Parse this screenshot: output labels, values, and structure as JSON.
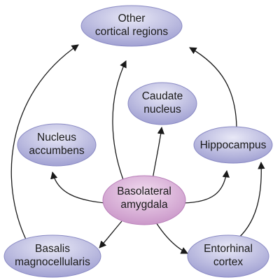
{
  "diagram": {
    "colors": {
      "node_fill_light": "#e8e8f6",
      "node_fill_dark": "#9c9cd0",
      "node_stroke": "#8a8ac4",
      "center_fill_light": "#f1dcef",
      "center_fill_dark": "#c58ec4",
      "center_stroke": "#b87db8",
      "arrow": "#1a1a1a"
    },
    "nodes": {
      "other_cortical": {
        "lines": [
          "Other",
          "cortical regions"
        ]
      },
      "caudate": {
        "lines": [
          "Caudate",
          "nucleus"
        ]
      },
      "nucleus_accumbens": {
        "lines": [
          "Nucleus",
          "accumbens"
        ]
      },
      "hippocampus": {
        "lines": [
          "Hippocampus"
        ]
      },
      "basolateral": {
        "lines": [
          "Basolateral",
          "amygdala"
        ]
      },
      "basalis": {
        "lines": [
          "Basalis",
          "magnocellularis"
        ]
      },
      "entorhinal": {
        "lines": [
          "Entorhinal",
          "cortex"
        ]
      }
    },
    "edges": [
      {
        "from": "Basolateral amygdala",
        "to": "Other cortical regions"
      },
      {
        "from": "Basolateral amygdala",
        "to": "Caudate nucleus"
      },
      {
        "from": "Basolateral amygdala",
        "to": "Nucleus accumbens"
      },
      {
        "from": "Basolateral amygdala",
        "to": "Hippocampus"
      },
      {
        "from": "Basolateral amygdala",
        "to": "Basalis magnocellularis"
      },
      {
        "from": "Basolateral amygdala",
        "to": "Entorhinal cortex"
      },
      {
        "from": "Basalis magnocellularis",
        "to": "Other cortical regions"
      },
      {
        "from": "Hippocampus",
        "to": "Other cortical regions"
      },
      {
        "from": "Entorhinal cortex",
        "to": "Hippocampus"
      }
    ]
  }
}
